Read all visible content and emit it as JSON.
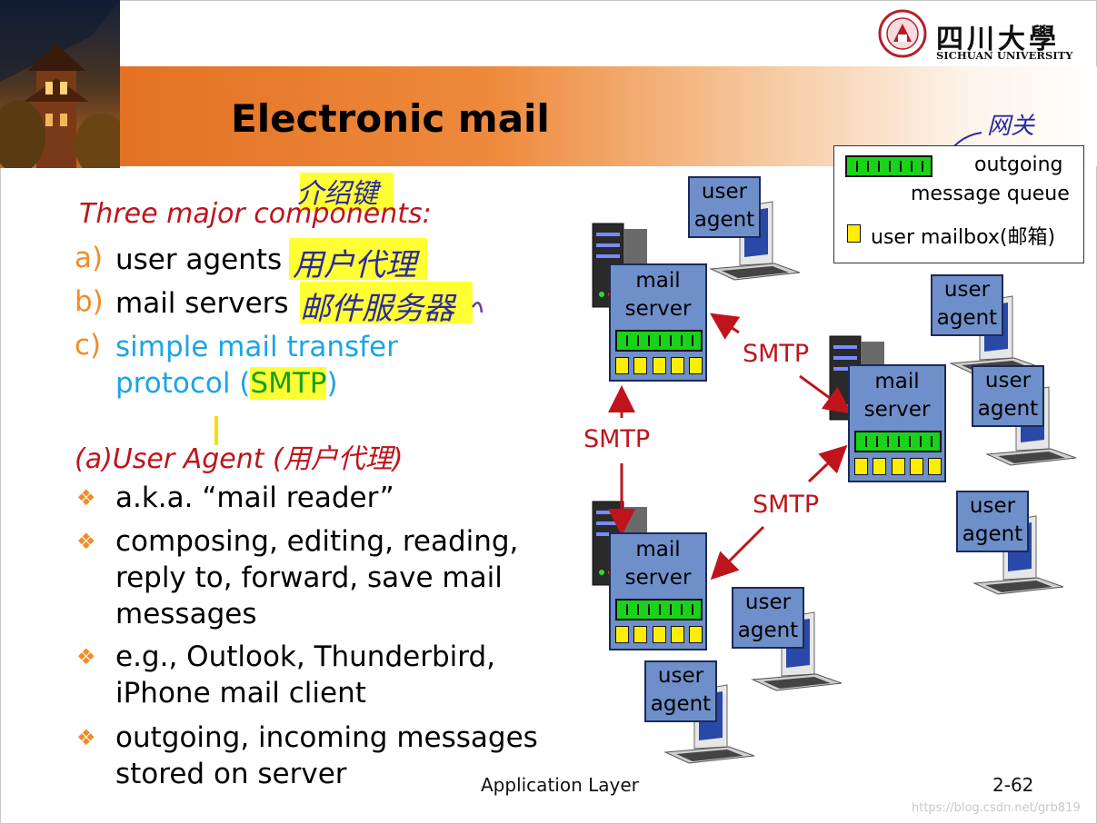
{
  "slide": {
    "title": "Electronic mail",
    "university_cn": "四川大學",
    "university_en": "SICHUAN UNIVERSITY"
  },
  "components": {
    "heading": "Three major components:",
    "items": [
      {
        "letter": "a)",
        "text": "user agents"
      },
      {
        "letter": "b)",
        "text": "mail servers"
      },
      {
        "letter": "c)",
        "text_line1": "simple mail transfer",
        "text_line2_prefix": "protocol (",
        "text_line2_highlight": "SMTP",
        "text_line2_suffix": ")"
      }
    ]
  },
  "user_agent_section": {
    "heading": "(a)User Agent (用户代理)",
    "bullets": [
      {
        "lines": [
          "a.k.a. “mail reader”"
        ]
      },
      {
        "lines": [
          "composing, editing, reading,",
          "reply to, forward, save mail",
          "messages"
        ]
      },
      {
        "lines": [
          "e.g., Outlook, Thunderbird,",
          "iPhone mail client"
        ]
      },
      {
        "lines": [
          "outgoing, incoming messages",
          "stored on server"
        ]
      }
    ]
  },
  "handwritten": {
    "note_top": "介绍键",
    "note_a": "用户代理",
    "note_b": "邮件服务器",
    "note_legend": "网关"
  },
  "legend": {
    "queue_label_line1": "outgoing",
    "queue_label_line2": "message queue",
    "mailbox_label": "user mailbox(邮箱)"
  },
  "diagram": {
    "server_label_line1": "mail",
    "server_label_line2": "server",
    "agent_label_line1": "user",
    "agent_label_line2": "agent",
    "protocol_label": "SMTP"
  },
  "footer": {
    "center": "Application Layer",
    "page": "2-62",
    "watermark": "https://blog.csdn.net/grb819"
  },
  "colors": {
    "banner_orange": "#e06a1c",
    "heading_red": "#c0141c",
    "letter_orange": "#f08c28",
    "smtp_blue": "#1aa5e6",
    "smtp_green": "#16a01e",
    "highlighter": "#ffff33",
    "server_blue": "#6f8fca",
    "queue_green": "#19d219",
    "mailbox_yellow": "#ffee00"
  }
}
